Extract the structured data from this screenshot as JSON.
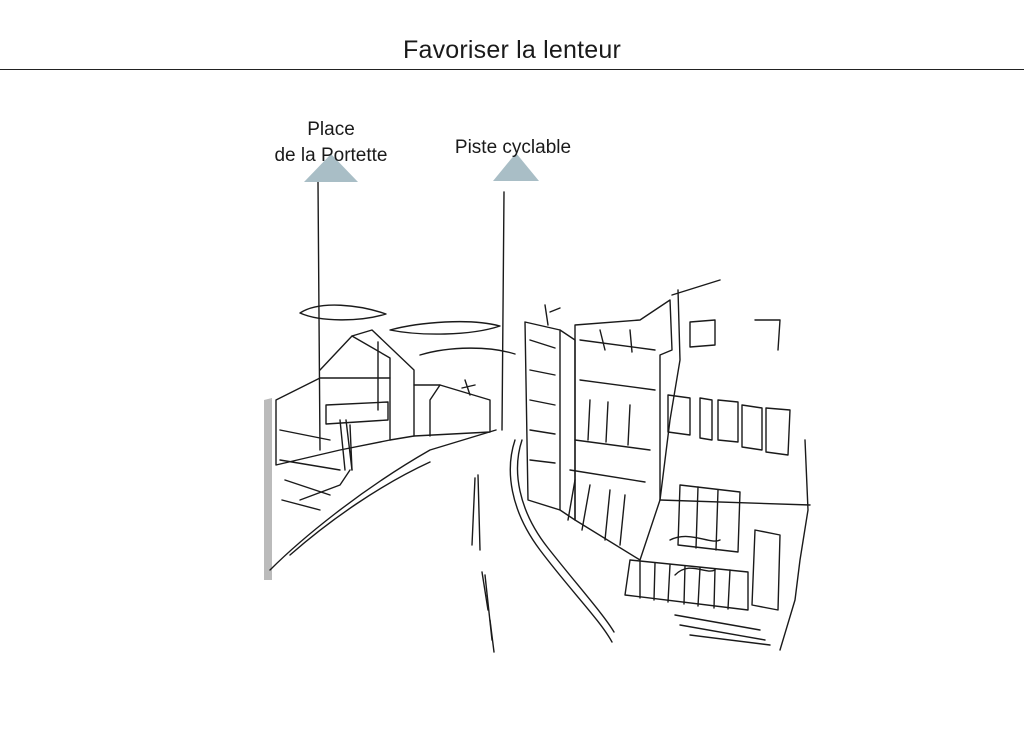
{
  "title": "Favoriser la lenteur",
  "annotations": [
    {
      "line1": "Place",
      "line2": "de la Portette"
    },
    {
      "line1": "Piste cyclable"
    }
  ],
  "colors": {
    "marker": "#a9bec6",
    "ink": "#1a1a1a",
    "background": "#ffffff"
  }
}
